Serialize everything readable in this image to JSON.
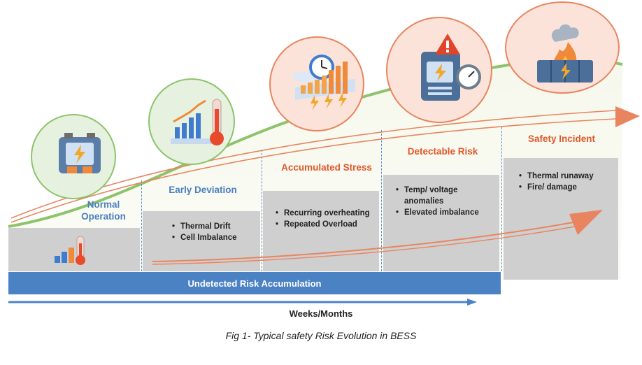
{
  "stages": [
    {
      "title": "Normal\nOperation",
      "color": "#4a7fc1",
      "bullets": []
    },
    {
      "title": "Early Deviation",
      "color": "#4a7fc1",
      "bullets": [
        "Thermal Drift",
        "Cell Imbalance"
      ]
    },
    {
      "title": "Accumulated Stress",
      "color": "#e2572b",
      "bullets": [
        "Recurring overheating",
        "Repeated Overload"
      ]
    },
    {
      "title": "Detectable Risk",
      "color": "#e2572b",
      "bullets": [
        "Temp/ voltage anomalies",
        "Elevated imbalance"
      ]
    },
    {
      "title": "Safety Incident",
      "color": "#e2572b",
      "bullets": [
        "Thermal runaway",
        "Fire/ damage"
      ]
    }
  ],
  "bar_label": "Undetected Risk Accumulation",
  "timeline_label": "Weeks/Months",
  "caption": "Fig 1- Typical safety Risk Evolution in BESS",
  "icons": [
    "battery-charge-icon",
    "chart-thermometer-icon",
    "clock-bar-chart-icon",
    "warning-meter-icon",
    "battery-fire-icon",
    "thermometer-chart-icon"
  ],
  "colors": {
    "blue": "#4b82c4",
    "orange": "#e88560",
    "green": "#8dc46a",
    "gray": "#cfcfcf"
  }
}
